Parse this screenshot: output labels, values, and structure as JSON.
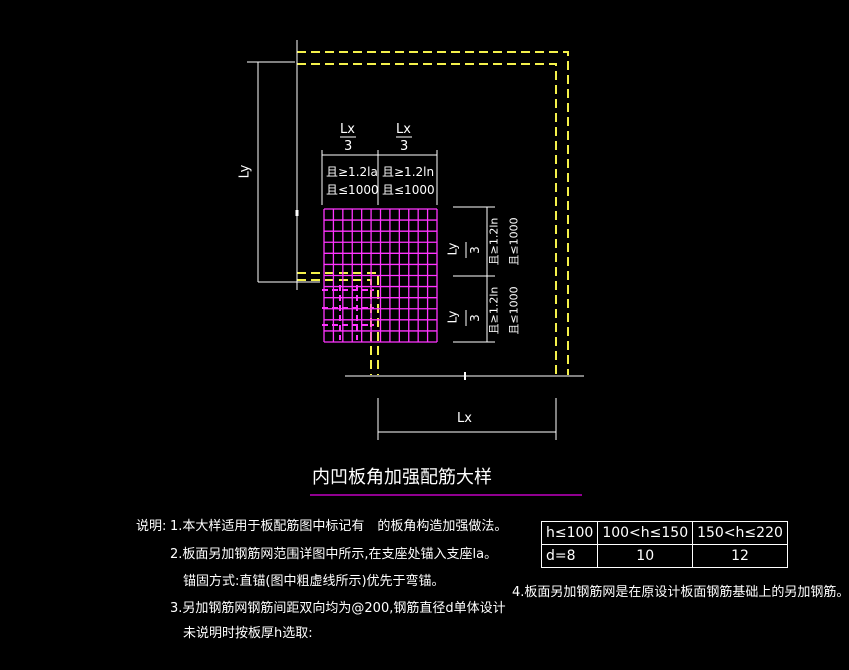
{
  "diagram": {
    "labels": {
      "ly_left": "Ly",
      "lx_num": "Lx",
      "lx_den": "3",
      "len_a": "且≥1.2la",
      "len_b": "且≤1000",
      "len_a2": "且≥1.2ln",
      "ly_num": "Ly",
      "ly_den": "3",
      "lx_bottom": "Lx"
    },
    "title": "内凹板角加强配筋大样",
    "colors": {
      "line": "#ffffff",
      "dashed": "#f4f14a",
      "mesh": "#ff35ff",
      "underline": "#c000c0"
    }
  },
  "notes": {
    "heading": "说明:",
    "items": [
      "1.本大样适用于板配筋图中标记有　的板角构造加强做法。",
      "2.板面另加钢筋网范围详图中所示,在支座处锚入支座la。",
      "锚固方式:直锚(图中粗虚线所示)优先于弯锚。",
      "3.另加钢筋网钢筋间距双向均为@200,钢筋直径d单体设计",
      "未说明时按板厚h选取:",
      "4.板面另加钢筋网是在原设计板面钢筋基础上的另加钢筋。"
    ]
  },
  "table": {
    "headers": [
      "h≤100",
      "100<h≤150",
      "150<h≤220"
    ],
    "values": [
      "d=8",
      "10",
      "12"
    ]
  }
}
